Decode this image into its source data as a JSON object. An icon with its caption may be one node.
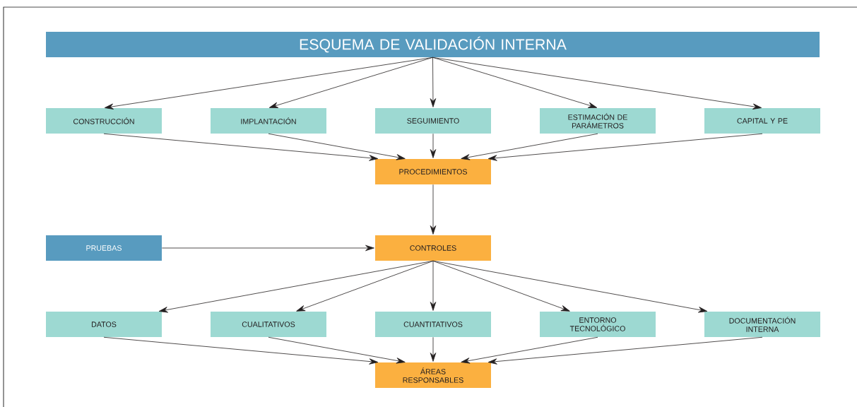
{
  "diagram": {
    "nodes": [
      {
        "text": [
          "ESQUEMA DE VALIDACIÓN INTERNA"
        ]
      },
      {
        "text": [
          "CONSTRUCCIÓN"
        ]
      },
      {
        "text": [
          "IMPLANTACIÓN"
        ]
      },
      {
        "text": [
          "SEGUIMIENTO"
        ]
      },
      {
        "text": [
          "ESTIMACIÓN DE PARÁMETROS"
        ]
      },
      {
        "text": [
          "CAPITAL Y PE"
        ]
      },
      {
        "text": [
          "PROCEDIMIENTOS"
        ]
      },
      {
        "text": [
          "PRUEBAS"
        ]
      },
      {
        "text": [
          "CONTROLES"
        ]
      },
      {
        "text": [
          "DATOS"
        ]
      },
      {
        "text": [
          "CUALITATIVOS"
        ]
      },
      {
        "text": [
          "CUANTITATIVOS"
        ]
      },
      {
        "text": [
          "ENTORNO TECNOLÓGICO"
        ]
      },
      {
        "text": [
          "DOCUMENTACIÓN INTERNA"
        ]
      },
      {
        "text": [
          "ÁREAS RESPONSABLES"
        ]
      }
    ],
    "edges": [
      {
        "from": 0,
        "to": 1,
        "arrow": "to"
      },
      {
        "from": 0,
        "to": 2,
        "arrow": "to"
      },
      {
        "from": 0,
        "to": 3,
        "arrow": "to"
      },
      {
        "from": 0,
        "to": 4,
        "arrow": "to"
      },
      {
        "from": 0,
        "to": 5,
        "arrow": "to"
      },
      {
        "from": 1,
        "to": 6,
        "arrow": "to"
      },
      {
        "from": 2,
        "to": 6,
        "arrow": "to"
      },
      {
        "from": 3,
        "to": 6,
        "arrow": "to"
      },
      {
        "from": 4,
        "to": 6,
        "arrow": "to"
      },
      {
        "from": 5,
        "to": 6,
        "arrow": "to"
      },
      {
        "from": 6,
        "to": 8,
        "arrow": "to"
      },
      {
        "from": 7,
        "to": 8,
        "arrow": "to"
      },
      {
        "from": 8,
        "to": 9,
        "arrow": "to"
      },
      {
        "from": 8,
        "to": 10,
        "arrow": "to"
      },
      {
        "from": 8,
        "to": 11,
        "arrow": "to"
      },
      {
        "from": 8,
        "to": 12,
        "arrow": "to"
      },
      {
        "from": 8,
        "to": 13,
        "arrow": "to"
      },
      {
        "from": 9,
        "to": 14,
        "arrow": "to"
      },
      {
        "from": 10,
        "to": 14,
        "arrow": "to"
      },
      {
        "from": 11,
        "to": 14,
        "arrow": "to"
      },
      {
        "from": 12,
        "to": 14,
        "arrow": "to"
      },
      {
        "from": 13,
        "to": 14,
        "arrow": "to"
      }
    ]
  }
}
